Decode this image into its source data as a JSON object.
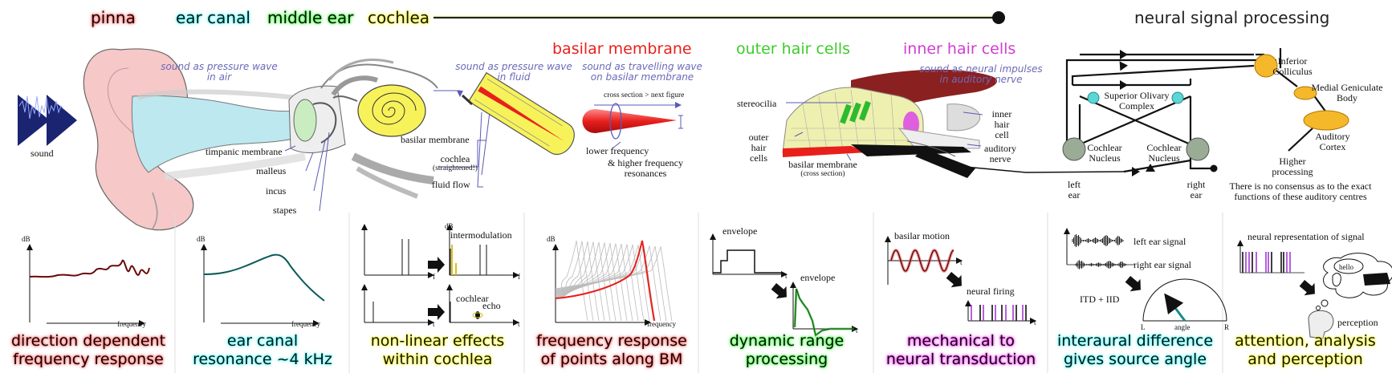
{
  "header": {
    "pinna": "pinna",
    "ear_canal": "ear canal",
    "middle_ear": "middle ear",
    "cochlea": "cochlea",
    "neural": "neural signal processing"
  },
  "subheaders": {
    "basilar": "basilar membrane",
    "outer_hair": "outer hair cells",
    "inner_hair": "inner hair cells"
  },
  "notes": {
    "air_1": "sound as pressure wave",
    "air_2": "in air",
    "fluid_1": "sound as pressure wave",
    "fluid_2": "in fluid",
    "travel_1": "sound as travelling wave",
    "travel_2": "on basilar membrane",
    "neural_1": "sound as neural impulses",
    "neural_2": "in auditory nerve"
  },
  "ear_labels": {
    "sound": "sound",
    "tympanic": "timpanic membrane",
    "malleus": "malleus",
    "incus": "incus",
    "stapes": "stapes",
    "basilar": "basilar membrane",
    "cochlea": "cochlea",
    "straightened": "(straightened!)",
    "fluid_flow": "fluid flow"
  },
  "bm_labels": {
    "cross_section": "cross section > next figure",
    "lower": "lower frequency",
    "higher_1": "& higher frequency",
    "higher_2": "resonances"
  },
  "hair_labels": {
    "stereocilia": "stereocilia",
    "outer_1": "outer",
    "outer_2": "hair",
    "outer_3": "cells",
    "inner_1": "inner",
    "inner_2": "hair",
    "inner_3": "cell",
    "auditory_1": "auditory",
    "auditory_2": "nerve",
    "bm": "basilar membrane",
    "bm_cross": "(cross section)"
  },
  "neural_labels": {
    "inferior_1": "Inferior",
    "inferior_2": "Colliculus",
    "medial_1": "Medial Geniculate",
    "medial_2": "Body",
    "soc_1": "Superior Olivary",
    "soc_2": "Complex",
    "auditory_1": "Auditory",
    "auditory_2": "Cortex",
    "cn_left_1": "Cochlear",
    "cn_left_2": "Nucleus",
    "cn_right_1": "Cochlear",
    "cn_right_2": "Nucleus",
    "higher_1": "Higher",
    "higher_2": "processing",
    "left_1": "left",
    "left_2": "ear",
    "right_1": "right",
    "right_2": "ear",
    "consensus_1": "There is no consensus as to the exact",
    "consensus_2": "functions of these auditory centres"
  },
  "panels": {
    "p1": {
      "y": "dB",
      "x": "frequency"
    },
    "p2": {
      "y": "dB",
      "x": "frequency"
    },
    "p3": {
      "y": "dB",
      "f1": "f",
      "f2": "f",
      "inter": "intermodulation",
      "t1": "t",
      "t2": "t",
      "cochlear": "cochlear",
      "echo": "echo"
    },
    "p4": {
      "y": "dB",
      "x": "frequency"
    },
    "p5": {
      "env1": "envelope",
      "env2": "envelope",
      "t1": "t",
      "t2": "t"
    },
    "p6": {
      "motion": "basilar motion",
      "firing": "neural firing",
      "t1": "t",
      "t2": "t"
    },
    "p7": {
      "left": "left ear signal",
      "right": "right ear signal",
      "itd": "ITD + IID",
      "angle": "angle",
      "L": "L",
      "R": "R"
    },
    "p8": {
      "neural": "neural representation of signal",
      "hello": "hello",
      "perception": "perception"
    }
  },
  "captions": [
    {
      "l1": "direction dependent",
      "l2": "frequency response"
    },
    {
      "l1": "ear canal",
      "l2": "resonance ~4 kHz"
    },
    {
      "l1": "non-linear effects",
      "l2": "within cochlea"
    },
    {
      "l1": "frequency response",
      "l2": "of points along BM"
    },
    {
      "l1": "dynamic range",
      "l2": "processing"
    },
    {
      "l1": "mechanical to",
      "l2": "neural transduction"
    },
    {
      "l1": "interaural difference",
      "l2": "gives source angle"
    },
    {
      "l1": "attention, analysis",
      "l2": "and perception"
    }
  ],
  "colors": {
    "skin": "#f6c8c8",
    "canal": "#bde8f0",
    "cochlea": "#f7f25a",
    "basilar": "#e8201c",
    "nucleus": "#9aab96",
    "soc": "#59d6d6",
    "centre": "#f5b82b"
  }
}
